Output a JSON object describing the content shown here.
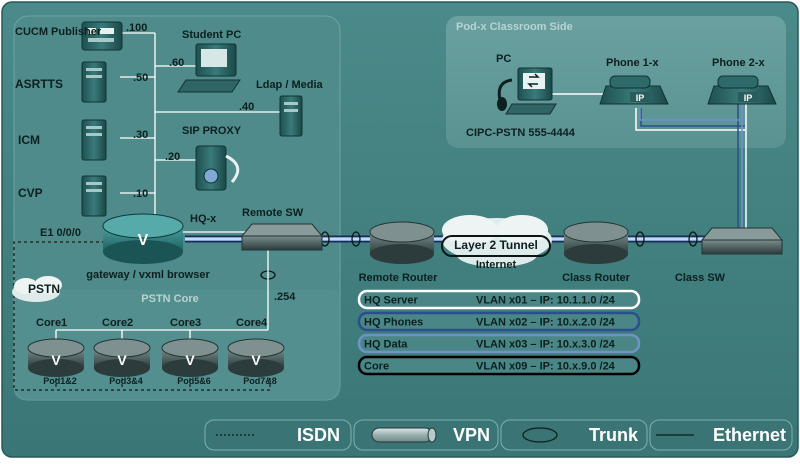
{
  "labels": {
    "pod_side": "Pod-x Classroom Side",
    "pstn_core": "PSTN Core",
    "pstn": "PSTN",
    "internet": "Internet",
    "l2_tunnel": "Layer 2 Tunnel"
  },
  "devices": {
    "cucm": "CUCM Publisher",
    "cucm_ip": ".100",
    "asrtts": "ASRTTS",
    "asrtts_ip": ".50",
    "icm": "ICM",
    "icm_ip": ".30",
    "cvp": "CVP",
    "cvp_ip": ".10",
    "student_pc": "Student PC",
    "student_pc_ip": ".60",
    "ldap": "Ldap / Media",
    "ldap_ip": ".40",
    "sip_proxy": "SIP PROXY",
    "sip_proxy_ip": ".20",
    "hq": "HQ-x",
    "gateway": "gateway / vxml browser",
    "e1": "E1 0/0/0",
    "remote_sw": "Remote SW",
    "remote_sw_ip": ".254",
    "remote_router": "Remote Router",
    "class_router": "Class Router",
    "class_sw": "Class SW",
    "pc": "PC",
    "cipc": "CIPC-PSTN 555-4444",
    "phone1": "Phone 1-x",
    "phone2": "Phone 2-x",
    "phone_ip_glyph": "IP",
    "router_glyph": "V"
  },
  "cores": [
    {
      "label": "Core1",
      "pod": "Pod1&2"
    },
    {
      "label": "Core2",
      "pod": "Pod3&4"
    },
    {
      "label": "Core3",
      "pod": "Pod5&6"
    },
    {
      "label": "Core4",
      "pod": "Pod7&8"
    }
  ],
  "vlans": [
    {
      "name": "HQ Server",
      "detail": "VLAN x01 – IP: 10.1.1.0 /24",
      "color": "#ffffff"
    },
    {
      "name": "HQ Phones",
      "detail": "VLAN x02 – IP: 10.x.2.0 /24",
      "color": "#2a4f8c"
    },
    {
      "name": "HQ Data",
      "detail": "VLAN x03 – IP: 10.x.3.0 /24",
      "color": "#6f93c8"
    },
    {
      "name": "Core",
      "detail": "VLAN x09 – IP: 10.x.9.0 /24",
      "color": "#000000"
    }
  ],
  "legend": {
    "isdn": "ISDN",
    "vpn": "VPN",
    "trunk": "Trunk",
    "ethernet": "Ethernet"
  },
  "colors": {
    "background": "#3f7d7d",
    "panel": "#5d9595",
    "text_dark": "#0d1f1f",
    "text_light": "#ffffff",
    "pod_label": "#b9d3d3"
  }
}
